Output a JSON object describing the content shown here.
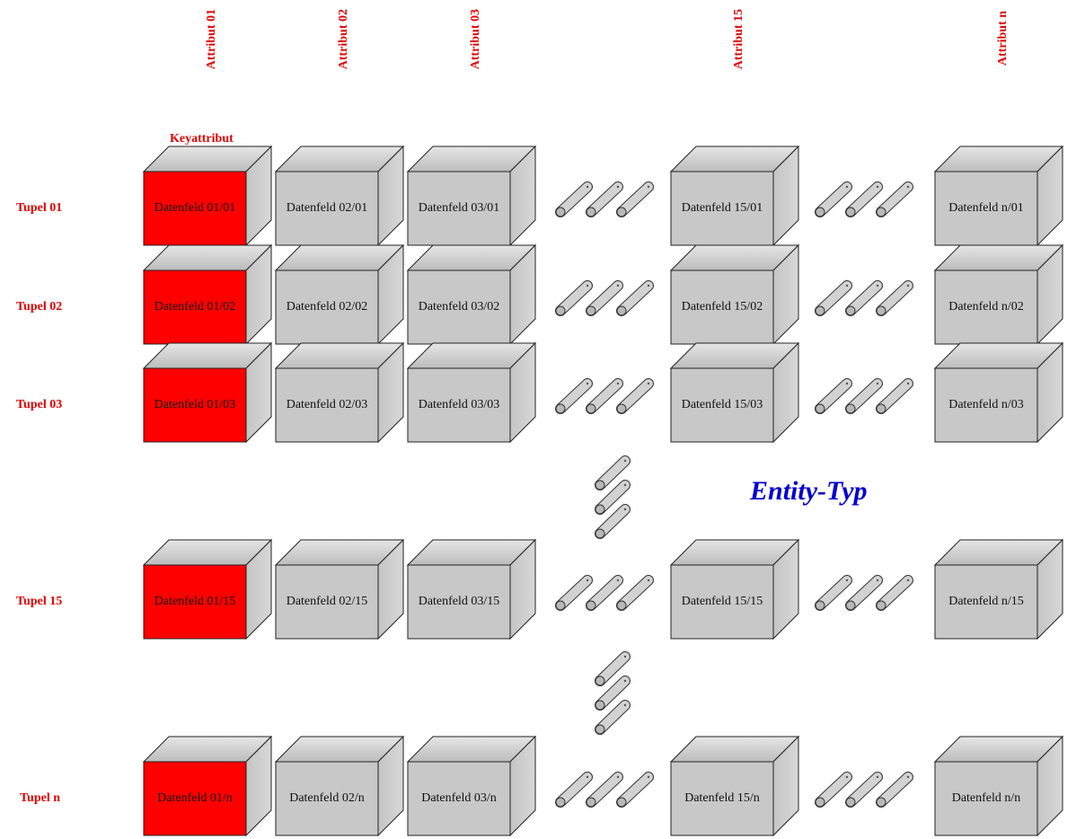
{
  "attributes": [
    {
      "label": "Attribut 01"
    },
    {
      "label": "Attribut 02"
    },
    {
      "label": "Attribut 03"
    },
    {
      "label": "Attribut 15"
    },
    {
      "label": "Attribut n"
    }
  ],
  "key_attribute_label": "Keyattribut",
  "tuples": [
    {
      "label": "Tupel 01",
      "cells": [
        "Datenfeld 01/01",
        "Datenfeld 02/01",
        "Datenfeld 03/01",
        "Datenfeld 15/01",
        "Datenfeld n/01"
      ]
    },
    {
      "label": "Tupel 02",
      "cells": [
        "Datenfeld 01/02",
        "Datenfeld 02/02",
        "Datenfeld 03/02",
        "Datenfeld 15/02",
        "Datenfeld n/02"
      ]
    },
    {
      "label": "Tupel 03",
      "cells": [
        "Datenfeld 01/03",
        "Datenfeld 02/03",
        "Datenfeld 03/03",
        "Datenfeld 15/03",
        "Datenfeld n/03"
      ]
    },
    {
      "label": "Tupel 15",
      "cells": [
        "Datenfeld 01/15",
        "Datenfeld 02/15",
        "Datenfeld 03/15",
        "Datenfeld 15/15",
        "Datenfeld n/15"
      ]
    },
    {
      "label": "Tupel n",
      "cells": [
        "Datenfeld 01/n",
        "Datenfeld 02/n",
        "Datenfeld 03/n",
        "Datenfeld 15/n",
        "Datenfeld n/n"
      ]
    }
  ],
  "title": "Entity-Typ",
  "colors": {
    "key_face": "#ff0000",
    "cell_face": "#c8c8c8",
    "label_red": "#e00000",
    "title_blue": "#0000d0"
  }
}
